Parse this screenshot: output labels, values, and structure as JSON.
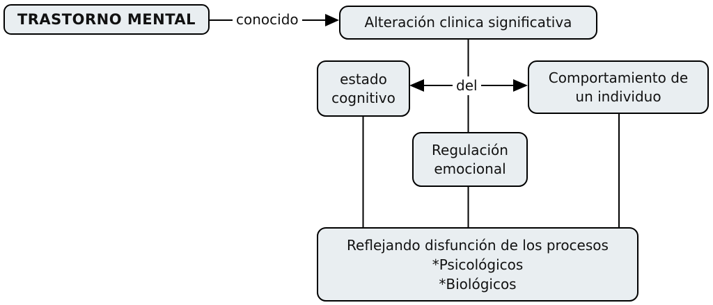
{
  "diagram_title": "TRASTORNO MENTAL concept map",
  "colors": {
    "background": "#ffffff",
    "node_fill": "#e9eef1",
    "node_border": "#000000",
    "connector": "#000000",
    "text": "#111111"
  },
  "nodes": {
    "trastorno_mental": {
      "lines": [
        "TRASTORNO MENTAL"
      ]
    },
    "alteracion_clinica": {
      "lines": [
        "Alteración clinica significativa"
      ]
    },
    "estado_cognitivo": {
      "lines": [
        "estado",
        "cognitivo"
      ]
    },
    "comportamiento_individuo": {
      "lines": [
        "Comportamiento de",
        "un individuo"
      ]
    },
    "regulacion_emocional": {
      "lines": [
        "Regulación",
        "emocional"
      ]
    },
    "reflejando_disfuncion": {
      "lines": [
        "Reflejando disfunción de los procesos",
        "*Psicológicos",
        "*Biológicos"
      ]
    }
  },
  "edge_labels": {
    "conocido": "conocido",
    "del": "del"
  }
}
